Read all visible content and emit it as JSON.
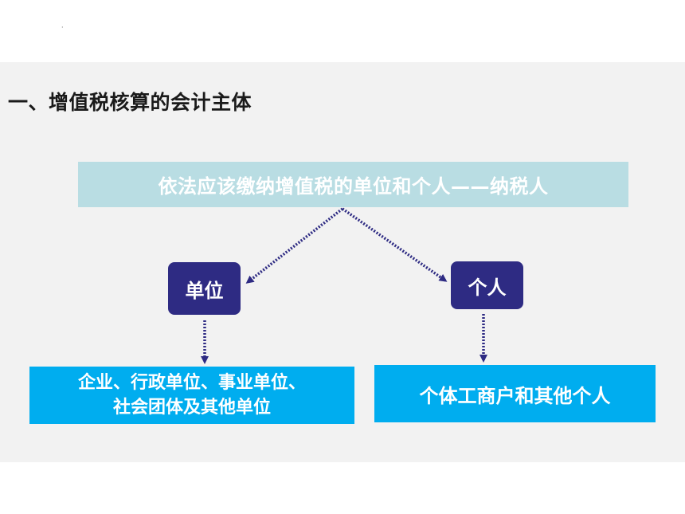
{
  "dot_mark": "·",
  "heading": "一、增值税核算的会计主体",
  "top_box": "依法应该缴纳增值税的单位和个人——纳税人",
  "nodes": {
    "left": "单位",
    "right": "个人"
  },
  "bottom": {
    "left_line1": "企业、行政单位、事业单位、",
    "left_line2": "社会团体及其他单位",
    "right": "个体工商户和其他个人"
  },
  "colors": {
    "panel": "#f2f2f2",
    "top_box": "#b9dde3",
    "node": "#2e2b83",
    "bottom_box": "#00adef",
    "arrow": "#2e2b83"
  }
}
